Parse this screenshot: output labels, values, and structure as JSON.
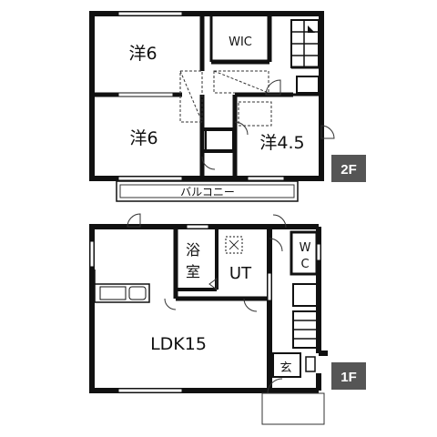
{
  "floor_2": {
    "badge": "2F",
    "rooms": {
      "western_top": "洋6",
      "wic": "WIC",
      "western_mid": "洋6",
      "western_small": "洋4.5"
    },
    "balcony": "バルコニー"
  },
  "floor_1": {
    "badge": "1F",
    "rooms": {
      "bath_line1": "浴",
      "bath_line2": "室",
      "utility": "UT",
      "wc_line1": "W",
      "wc_line2": "C",
      "ldk": "LDK15",
      "entrance": "玄"
    }
  },
  "colors": {
    "wall": "#111111",
    "badge_bg": "#555555",
    "thin_line": "#333333"
  }
}
